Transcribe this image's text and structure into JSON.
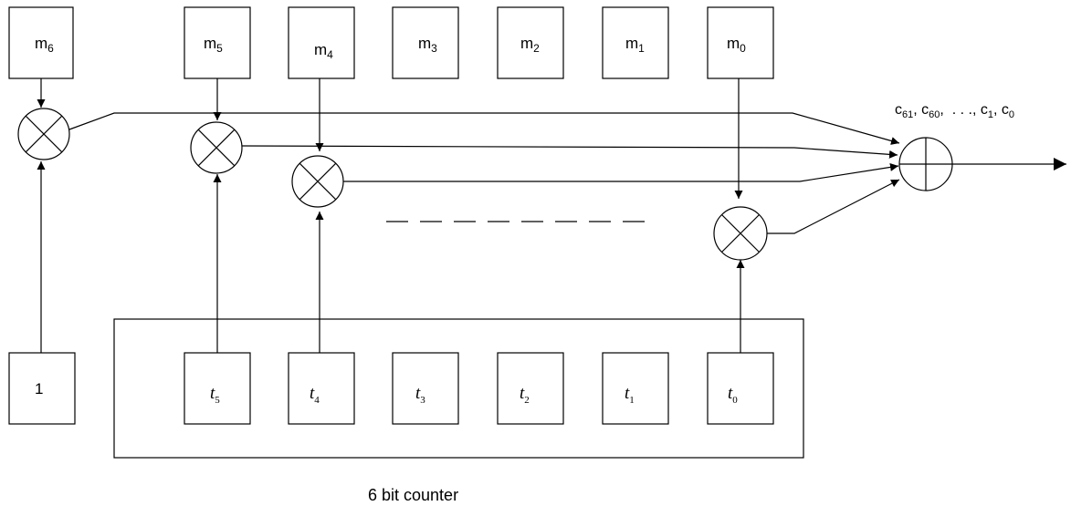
{
  "message_inputs": [
    {
      "base": "m",
      "sub": "6"
    },
    {
      "base": "m",
      "sub": "5"
    },
    {
      "base": "m",
      "sub": "4"
    },
    {
      "base": "m",
      "sub": "3"
    },
    {
      "base": "m",
      "sub": "2"
    },
    {
      "base": "m",
      "sub": "1"
    },
    {
      "base": "m",
      "sub": "0"
    }
  ],
  "constant_input": "1",
  "counter_bits": [
    {
      "base": "t",
      "sub": "5"
    },
    {
      "base": "t",
      "sub": "4"
    },
    {
      "base": "t",
      "sub": "3"
    },
    {
      "base": "t",
      "sub": "2"
    },
    {
      "base": "t",
      "sub": "1"
    },
    {
      "base": "t",
      "sub": "0"
    }
  ],
  "output": {
    "terms": [
      {
        "base": "c",
        "sub": "61",
        "sep": ", "
      },
      {
        "base": "c",
        "sub": "60",
        "sep": ",  . . ., "
      },
      {
        "base": "c",
        "sub": "1",
        "sep": ", "
      },
      {
        "base": "c",
        "sub": "0",
        "sep": ""
      }
    ]
  },
  "counter_label": "6 bit counter",
  "icons": {
    "multiplier": "circle-times-icon",
    "adder": "circle-plus-icon"
  }
}
